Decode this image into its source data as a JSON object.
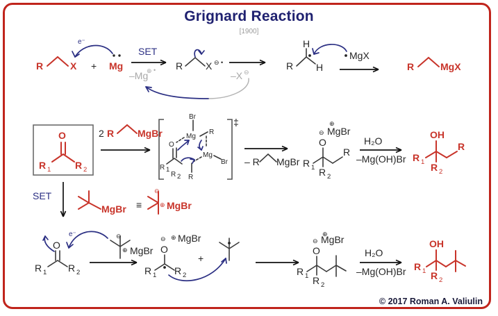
{
  "header": {
    "title": "Grignard Reaction",
    "year": "[1900]",
    "title_color": "#1f2170",
    "accent_red": "#c8342a",
    "border_color": "#c0241c"
  },
  "footer": {
    "copyright": "© 2017 Roman A. Valiulin"
  },
  "labels": {
    "R": "R",
    "X": "X",
    "Mg": "Mg",
    "MgX": "MgX",
    "MgBr": "MgBr",
    "plus": "+",
    "electron": "e−",
    "set": "SET",
    "minus_mg_cation_radical": "–Mg",
    "minus_x_anion": "–X",
    "H": "H",
    "O": "O",
    "OH": "OH",
    "R1": "R",
    "R1sub": "1",
    "R2": "R",
    "R2sub": "2",
    "two_equiv": "2",
    "minus_rmgbr": "– R",
    "water": "H₂O",
    "minus_mgohbr": "–Mg(OH)Br",
    "doubledagger": "‡",
    "Br": "Br",
    "equiv": "≡",
    "circle_minus": "⊖",
    "circle_plus": "⊕",
    "radical_dot": "•"
  },
  "steps": {
    "row1": {
      "name": "radical formation via single electron transfer",
      "reactant_a": "R–X",
      "reactant_b": "Mg",
      "arrow_top": "SET",
      "arrow_bottom": "–Mg⊕•",
      "intermediate_1": "R–X⊖•",
      "loss": "–X⊖",
      "intermediate_2": "R–CH₂•",
      "reagent": "•MgX",
      "product": "R–MgBr grignard reagent shown as R MgX"
    },
    "row2": {
      "name": "addition to ketone through cyclic transition state",
      "substrate": "ketone R1 C(=O) R2",
      "reagent": "2 R–MgBr",
      "transition_state": "cyclic dimeric Mg Br transition state",
      "ts_marker": "‡",
      "loss": "– R–MgBr",
      "alkoxide": "O⊖ ⊕MgBr alkoxide",
      "workup_top": "H₂O",
      "workup_bottom": "–Mg(OH)Br",
      "product": "tertiary alcohol OH R1 R2 R"
    },
    "row3": {
      "name": "single electron transfer pathway with tert-butyl Grignard",
      "label": "SET",
      "reagent_covalent": "t-Bu–MgBr",
      "equivalence": "≡",
      "reagent_ionic": "t-Bu⊖ ⊕MgBr",
      "electron_label": "e−",
      "ketyl": "ketyl radical anion O⊖ ⊕MgBr",
      "plus": "+",
      "radical": "tert-butyl radical",
      "alkoxide": "O⊖ ⊕MgBr alkoxide with tert-butyl",
      "workup_top": "H₂O",
      "workup_bottom": "–Mg(OH)Br",
      "product": "tertiary alcohol OH R1 R2 tert-butyl"
    }
  }
}
